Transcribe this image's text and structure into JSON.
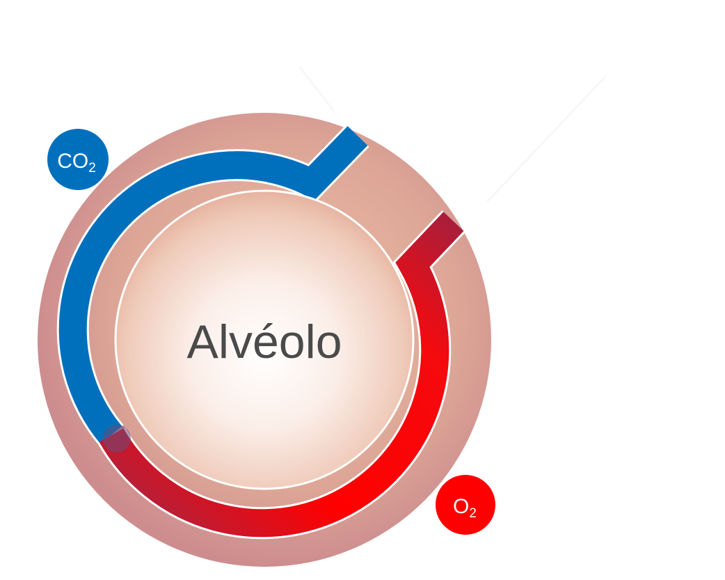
{
  "diagram": {
    "center_label": "Alvéolo",
    "co2_badge": {
      "base": "CO",
      "subscript": "2"
    },
    "o2_badge": {
      "base": "O",
      "subscript": "2"
    }
  },
  "colors": {
    "outer_ring": "#d09593",
    "inner_core": "#f3d6cc",
    "co2": "#0070bd",
    "o2": "#ff0000",
    "transition": "#a81e3b",
    "label_text": "#4a4a4a"
  }
}
